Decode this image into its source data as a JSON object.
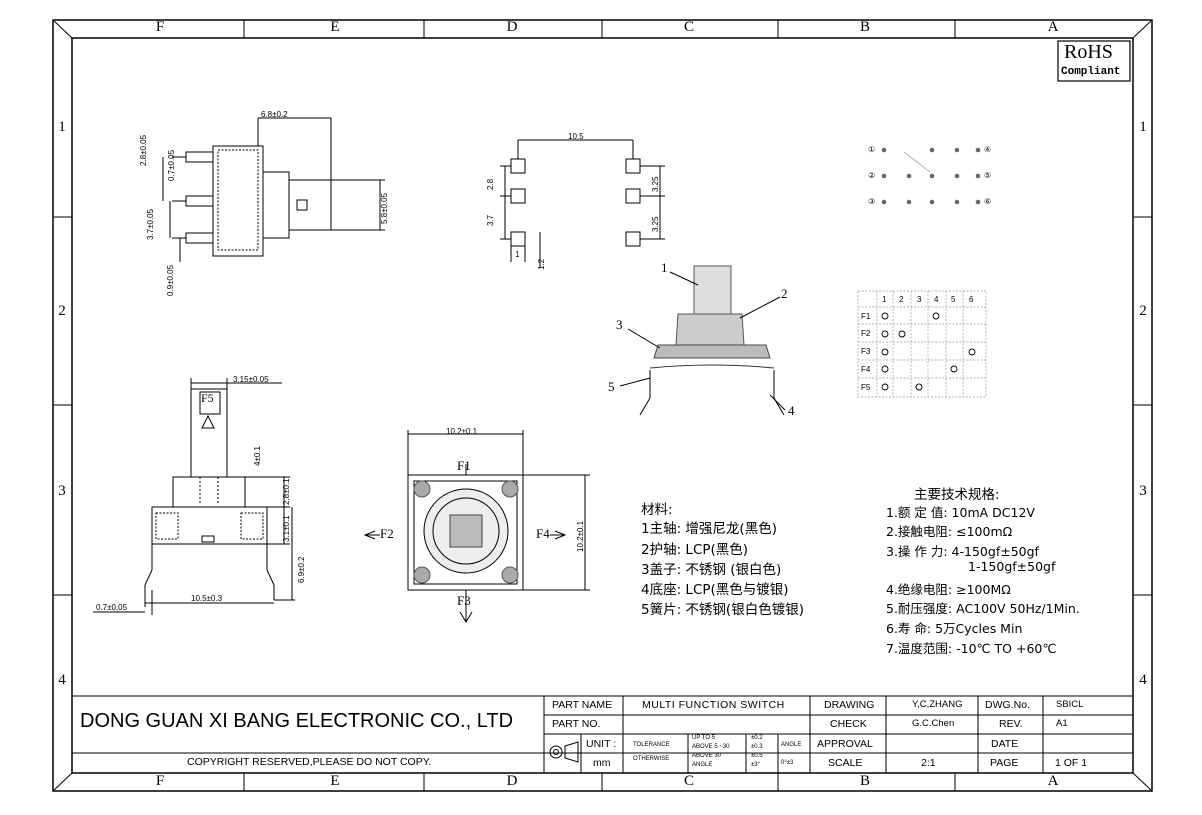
{
  "border": {
    "columns": [
      "F",
      "E",
      "D",
      "C",
      "B",
      "A"
    ],
    "rows": [
      "1",
      "2",
      "3",
      "4"
    ]
  },
  "rohs": {
    "line1": "RoHS",
    "line2": "Compliant"
  },
  "dims": {
    "side_top_width": "6.8±0.2",
    "side_pitch_top": "2.8±0.05",
    "side_pin_dia": "0.7±0.05",
    "side_pitch_bottom": "3.7±0.05",
    "side_pin_bottom": "0.9±0.05",
    "side_height": "5.8±0.05",
    "pad_width": "10.5",
    "pad_left_top": "2.8",
    "pad_left_bottom": "3.7",
    "pad_right_top": "3.25",
    "pad_right_bottom": "3.25",
    "pad_size": "1",
    "pad_size2": "1.2",
    "front_stem_width": "3.15±0.05",
    "front_stem_height": "4±0.1",
    "front_base_height": "2.8±0.1",
    "front_body_height": "3.1±0.1",
    "front_total_height": "6.9±0.2",
    "front_width": "10.5±0.3",
    "front_lead": "0.7±0.05",
    "top_width": "10.2±0.1",
    "top_height": "10.2±0.1"
  },
  "force_labels": {
    "f1": "F1",
    "f2": "F2",
    "f3": "F3",
    "f4": "F4",
    "f5": "F5"
  },
  "callouts": [
    "1",
    "2",
    "3",
    "4",
    "5"
  ],
  "pin_labels": [
    "①",
    "②",
    "③",
    "④",
    "⑤",
    "⑥"
  ],
  "grid": {
    "cols": [
      "1",
      "2",
      "3",
      "4",
      "5",
      "6"
    ],
    "rows": [
      "F1",
      "F2",
      "F3",
      "F4",
      "F5"
    ]
  },
  "materials": {
    "title": "材料:",
    "items": [
      "1主轴: 增强尼龙(黑色)",
      "2护轴: LCP(黑色)",
      "3盖子: 不锈钢 (银白色)",
      "4底座: LCP(黑色与镀银)",
      "5簧片: 不锈钢(银白色镀银)"
    ]
  },
  "specs": {
    "title": "主要技术规格:",
    "items": [
      "1.额 定 值: 10mA DC12V",
      "2.接触电阻: ≤100mΩ",
      "3.操 作 力: 4-150gf±50gf",
      "1-150gf±50gf",
      "4.绝缘电阻: ≥100MΩ",
      "5.耐压强度: AC100V 50Hz/1Min.",
      "6.寿    命: 5万Cycles Min",
      "7.温度范围: -10℃ TO +60℃"
    ]
  },
  "titleblock": {
    "company": "DONG GUAN XI BANG ELECTRONIC CO., LTD",
    "copyright": "COPYRIGHT RESERVED,PLEASE DO NOT COPY.",
    "part_name_label": "PART NAME",
    "part_name": "MULTI FUNCTION SWITCH",
    "part_no_label": "PART NO.",
    "unit_label": "UNIT :",
    "unit": "mm",
    "tolerance_label": "TOLERANCE",
    "otherwise_label": "OTHERWISE",
    "tol1_label": "UP TO 5",
    "tol1": "±0.2",
    "tol2_label": "ABOVE 5 ~30",
    "tol2": "±0.3",
    "tol3_label": "ABOVE 30",
    "tol3": "±0.5",
    "angle_label_small": "ANGLE",
    "angle_tol": "±3°",
    "angle_label": "ANGLE",
    "angle_value": "0°±3",
    "drawing_label": "DRAWING",
    "drawing": "Y,C,ZHANG",
    "check_label": "CHECK",
    "check": "G.C.Chen",
    "approval_label": "APPROVAL",
    "scale_label": "SCALE",
    "scale": "2:1",
    "dwg_label": "DWG.No.",
    "dwg": "SBICL",
    "rev_label": "REV.",
    "rev": "A1",
    "date_label": "DATE",
    "page_label": "PAGE",
    "page": "1 OF 1"
  }
}
